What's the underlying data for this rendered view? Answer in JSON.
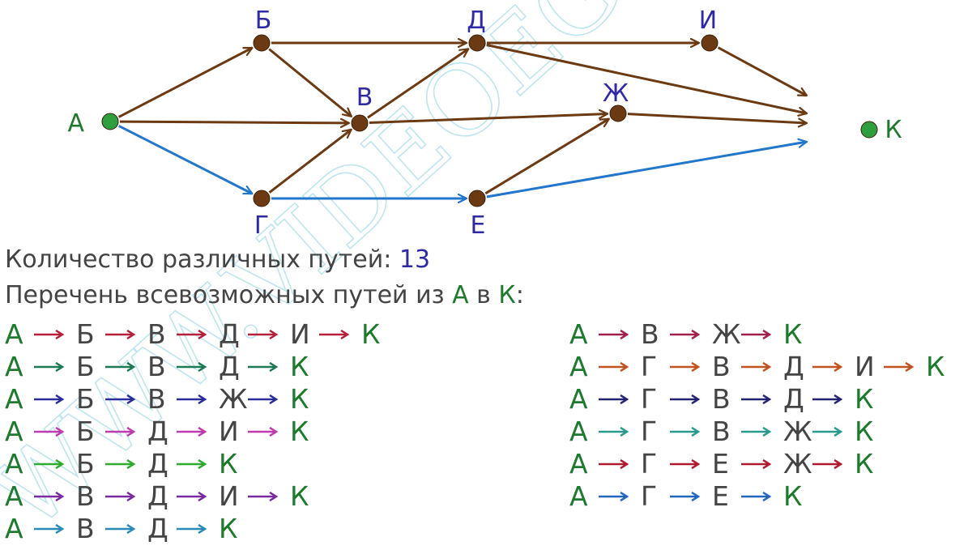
{
  "graph": {
    "nodes": [
      {
        "id": "A",
        "label": "А",
        "label_color": "#1e7a2e",
        "dot_color": "#2e9e3e"
      },
      {
        "id": "B",
        "label": "Б",
        "label_color": "#2e2aa6",
        "dot_color": "#6b3a12"
      },
      {
        "id": "V",
        "label": "В",
        "label_color": "#2e2aa6",
        "dot_color": "#6b3a12"
      },
      {
        "id": "G",
        "label": "Г",
        "label_color": "#2e2aa6",
        "dot_color": "#6b3a12"
      },
      {
        "id": "D",
        "label": "Д",
        "label_color": "#2e2aa6",
        "dot_color": "#6b3a12"
      },
      {
        "id": "E",
        "label": "Е",
        "label_color": "#2e2aa6",
        "dot_color": "#6b3a12"
      },
      {
        "id": "Zh",
        "label": "Ж",
        "label_color": "#2e2aa6",
        "dot_color": "#6b3a12"
      },
      {
        "id": "I",
        "label": "И",
        "label_color": "#2e2aa6",
        "dot_color": "#6b3a12"
      },
      {
        "id": "K",
        "label": "К",
        "label_color": "#1e7a2e",
        "dot_color": "#2e9e3e"
      }
    ],
    "edges": [
      {
        "from": "A",
        "to": "B",
        "color": "#6b3a12"
      },
      {
        "from": "A",
        "to": "V",
        "color": "#6b3a12"
      },
      {
        "from": "A",
        "to": "G",
        "color": "#2277cc"
      },
      {
        "from": "B",
        "to": "D",
        "color": "#6b3a12"
      },
      {
        "from": "B",
        "to": "V",
        "color": "#6b3a12"
      },
      {
        "from": "G",
        "to": "V",
        "color": "#6b3a12"
      },
      {
        "from": "G",
        "to": "E",
        "color": "#2277cc"
      },
      {
        "from": "V",
        "to": "D",
        "color": "#6b3a12"
      },
      {
        "from": "V",
        "to": "Zh",
        "color": "#6b3a12"
      },
      {
        "from": "D",
        "to": "I",
        "color": "#6b3a12"
      },
      {
        "from": "D",
        "to": "K",
        "color": "#6b3a12"
      },
      {
        "from": "I",
        "to": "K",
        "color": "#6b3a12"
      },
      {
        "from": "Zh",
        "to": "K",
        "color": "#6b3a12"
      },
      {
        "from": "E",
        "to": "Zh",
        "color": "#6b3a12"
      },
      {
        "from": "E",
        "to": "K",
        "color": "#2277cc"
      }
    ]
  },
  "summary": {
    "count_label": "Количество различных путей:",
    "count_value": "13",
    "list_prefix": "Перечень всевозможных путей из",
    "list_from": "А",
    "list_mid": "в",
    "list_to": "К",
    "list_suffix": ":"
  },
  "paths": {
    "left": [
      {
        "nodes": [
          "А",
          "Б",
          "В",
          "Д",
          "И",
          "К"
        ],
        "arrow_color": "#b5203a"
      },
      {
        "nodes": [
          "А",
          "Б",
          "В",
          "Д",
          "К"
        ],
        "arrow_color": "#1e7a55"
      },
      {
        "nodes": [
          "А",
          "Б",
          "В",
          "Ж",
          "К"
        ],
        "arrow_color": "#2c2c9a"
      },
      {
        "nodes": [
          "А",
          "Б",
          "Д",
          "И",
          "К"
        ],
        "arrow_color": "#c03ab0"
      },
      {
        "nodes": [
          "А",
          "Б",
          "Д",
          "К"
        ],
        "arrow_color": "#2eaa2e"
      },
      {
        "nodes": [
          "А",
          "В",
          "Д",
          "И",
          "К"
        ],
        "arrow_color": "#7a2aa0"
      },
      {
        "nodes": [
          "А",
          "В",
          "Д",
          "К"
        ],
        "arrow_color": "#2a8ab8"
      }
    ],
    "right": [
      {
        "nodes": [
          "А",
          "В",
          "Ж",
          "К"
        ],
        "arrow_color": "#a0204a"
      },
      {
        "nodes": [
          "А",
          "Г",
          "В",
          "Д",
          "И",
          "К"
        ],
        "arrow_color": "#c0541e"
      },
      {
        "nodes": [
          "А",
          "Г",
          "В",
          "Д",
          "К"
        ],
        "arrow_color": "#22226e"
      },
      {
        "nodes": [
          "А",
          "Г",
          "В",
          "Ж",
          "К"
        ],
        "arrow_color": "#2a9a8a"
      },
      {
        "nodes": [
          "А",
          "Г",
          "Е",
          "Ж",
          "К"
        ],
        "arrow_color": "#b01a30"
      },
      {
        "nodes": [
          "А",
          "Г",
          "Е",
          "К"
        ],
        "arrow_color": "#2266bb"
      }
    ]
  },
  "watermark": {
    "text": "WWW.VIDEOEGE.RU",
    "color": "#bfe6f0"
  }
}
